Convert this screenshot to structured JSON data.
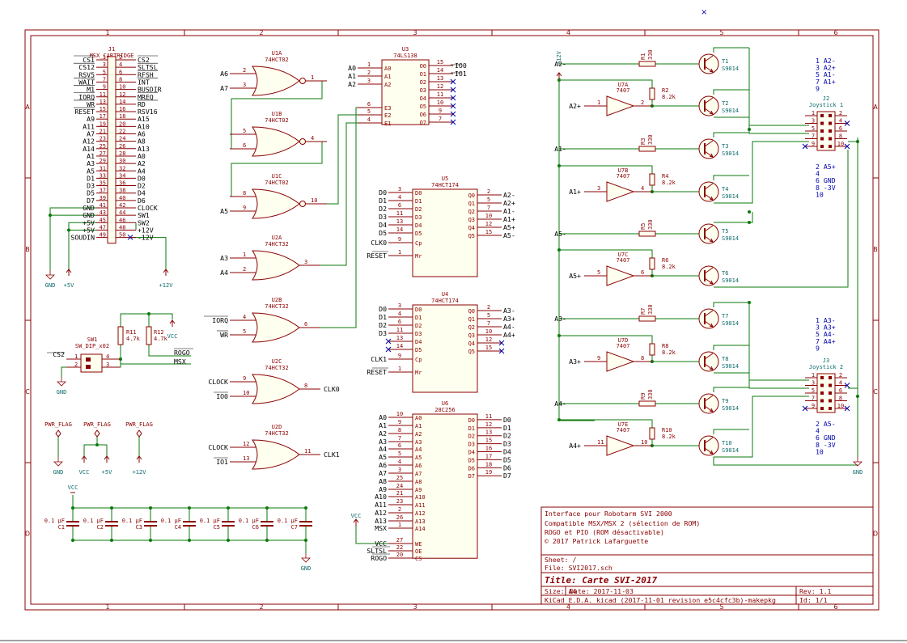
{
  "title_block": {
    "description_lines": [
      "Interface pour Robotarm SVI 2000",
      "Compatible MSX/MSX 2 (sélection de ROM)",
      "ROGO et PIO (ROM désactivable)",
      "© 2017 Patrick Lafarguette"
    ],
    "sheet": "Sheet: /",
    "file": "File: SVI2017.sch",
    "title": "Title: Carte SVI-2017",
    "size": "Size: A4",
    "date": "Date: 2017-11-03",
    "rev": "Rev: 1.1",
    "tool": "KiCad E.D.A.  kicad (2017-11-01 revision e5c4cfc3b)-makepkg",
    "id": "Id: 1/1"
  },
  "frame": {
    "col_ticks": [
      "1",
      "2",
      "3",
      "4",
      "5",
      "6"
    ],
    "row_ticks": [
      "A",
      "B",
      "C",
      "D"
    ]
  },
  "j1": {
    "ref": "J1",
    "value": "MSX_CARTRIDGE",
    "left": [
      {
        "sig": "CS1",
        "pin": "1"
      },
      {
        "sig": "CS12",
        "pin": "3"
      },
      {
        "sig": "RSV5",
        "pin": "5"
      },
      {
        "sig": "WAIT",
        "pin": "7"
      },
      {
        "sig": "M1",
        "pin": "9"
      },
      {
        "sig": "IORQ",
        "pin": "11"
      },
      {
        "sig": "WR",
        "pin": "13"
      },
      {
        "sig": "RESET",
        "pin": "15"
      },
      {
        "sig": "A9",
        "pin": "17"
      },
      {
        "sig": "A11",
        "pin": "19"
      },
      {
        "sig": "A7",
        "pin": "21"
      },
      {
        "sig": "A12",
        "pin": "23"
      },
      {
        "sig": "A14",
        "pin": "25"
      },
      {
        "sig": "A1",
        "pin": "27"
      },
      {
        "sig": "A3",
        "pin": "29"
      },
      {
        "sig": "A5",
        "pin": "31"
      },
      {
        "sig": "D1",
        "pin": "33"
      },
      {
        "sig": "D3",
        "pin": "35"
      },
      {
        "sig": "D5",
        "pin": "37"
      },
      {
        "sig": "D7",
        "pin": "39"
      },
      {
        "sig": "GND",
        "pin": "41"
      },
      {
        "sig": "GND",
        "pin": "43"
      },
      {
        "sig": "+5V",
        "pin": "45"
      },
      {
        "sig": "+5V",
        "pin": "47"
      },
      {
        "sig": "SOUDIN",
        "pin": "49"
      }
    ],
    "right": [
      {
        "sig": "CS2",
        "pin": "2"
      },
      {
        "sig": "SLTSL",
        "pin": "4"
      },
      {
        "sig": "RFSH",
        "pin": "6"
      },
      {
        "sig": "INT",
        "pin": "8"
      },
      {
        "sig": "BUSDIR",
        "pin": "10"
      },
      {
        "sig": "MREQ",
        "pin": "12"
      },
      {
        "sig": "RD",
        "pin": "14"
      },
      {
        "sig": "RSV16",
        "pin": "16"
      },
      {
        "sig": "A15",
        "pin": "18"
      },
      {
        "sig": "A10",
        "pin": "20"
      },
      {
        "sig": "A6",
        "pin": "22"
      },
      {
        "sig": "A8",
        "pin": "24"
      },
      {
        "sig": "A13",
        "pin": "26"
      },
      {
        "sig": "A0",
        "pin": "28"
      },
      {
        "sig": "A2",
        "pin": "30"
      },
      {
        "sig": "A4",
        "pin": "32"
      },
      {
        "sig": "D0",
        "pin": "34"
      },
      {
        "sig": "D2",
        "pin": "36"
      },
      {
        "sig": "D4",
        "pin": "38"
      },
      {
        "sig": "D6",
        "pin": "40"
      },
      {
        "sig": "CLOCK",
        "pin": "42"
      },
      {
        "sig": "SW1",
        "pin": "44"
      },
      {
        "sig": "SW2",
        "pin": "46"
      },
      {
        "sig": "+12V",
        "pin": "48"
      },
      {
        "sig": "-12V",
        "pin": "50"
      }
    ]
  },
  "power": {
    "gnd": "GND",
    "p5": "+5V",
    "p12": "+12V",
    "vcc": "VCC"
  },
  "gates": [
    {
      "id": "U1A",
      "name": "U1A",
      "part": "74HCT02",
      "in1": "A6",
      "in2": "A7",
      "p1": "2",
      "p2": "3",
      "pout": "1",
      "out": ""
    },
    {
      "id": "U1B",
      "name": "U1B",
      "part": "74HCT02",
      "in1": "",
      "in2": "",
      "p1": "5",
      "p2": "6",
      "pout": "4",
      "out": ""
    },
    {
      "id": "U1C",
      "name": "U1C",
      "part": "74HCT02",
      "in1": "",
      "in2": "A5",
      "p1": "8",
      "p2": "9",
      "pout": "10",
      "out": ""
    },
    {
      "id": "U2A",
      "name": "U2A",
      "part": "74HCT32",
      "in1": "A3",
      "in2": "A4",
      "p1": "1",
      "p2": "2",
      "pout": "3",
      "out": ""
    },
    {
      "id": "U2B",
      "name": "U2B",
      "part": "74HCT32",
      "in1": "IORQ",
      "in2": "WR",
      "p1": "4",
      "p2": "5",
      "pout": "6",
      "out": ""
    },
    {
      "id": "U2C",
      "name": "U2C",
      "part": "74HCT32",
      "in1": "CLOCK",
      "in2": "IO0",
      "p1": "9",
      "p2": "10",
      "pout": "8",
      "out": "CLK0"
    },
    {
      "id": "U2D",
      "name": "U2D",
      "part": "74HCT32",
      "in1": "CLOCK",
      "in2": "IO1",
      "p1": "12",
      "p2": "13",
      "pout": "11",
      "out": "CLK1"
    }
  ],
  "sw1": {
    "ref": "SW1",
    "value": "SW_DIP_x02",
    "r11": "R11",
    "r11v": "4.7k",
    "r12": "R12",
    "r12v": "4.7k",
    "cs2": "CS2",
    "rogo": "ROGO",
    "msx": "MSX",
    "vcc": "VCC",
    "gnd": "GND"
  },
  "pwrflags": [
    {
      "label": "PWR_FLAG",
      "net": "GND"
    },
    {
      "label": "PWR_FLAG",
      "net": "VCC"
    },
    {
      "label": "PWR_FLAG",
      "net": "+5V"
    },
    {
      "label": "PWR_FLAG",
      "net": "+12V"
    }
  ],
  "caps": {
    "vcc": "VCC",
    "gnd": "GND",
    "items": [
      {
        "ref": "C1",
        "val": "0.1 µF"
      },
      {
        "ref": "C2",
        "val": "0.1 µF"
      },
      {
        "ref": "C3",
        "val": "0.1 µF"
      },
      {
        "ref": "C4",
        "val": "0.1 µF"
      },
      {
        "ref": "C5",
        "val": "0.1 µF"
      },
      {
        "ref": "C6",
        "val": "0.1 µF"
      },
      {
        "ref": "C7",
        "val": "0.1 µF"
      }
    ]
  },
  "u3": {
    "ref": "U3",
    "value": "74LS138",
    "left": [
      {
        "net": "A0",
        "pin": "1",
        "name": "A0"
      },
      {
        "net": "A1",
        "pin": "2",
        "name": "A1"
      },
      {
        "net": "A2",
        "pin": "3",
        "name": "A2"
      },
      {
        "net": "",
        "pin": "6",
        "name": "E3"
      },
      {
        "net": "",
        "pin": "5",
        "name": "E2"
      },
      {
        "net": "",
        "pin": "4",
        "name": "E1"
      }
    ],
    "right": [
      {
        "name": "O0",
        "pin": "15",
        "net": "IO0"
      },
      {
        "name": "O1",
        "pin": "14",
        "net": "IO1"
      },
      {
        "name": "O2",
        "pin": "13",
        "net": ""
      },
      {
        "name": "O3",
        "pin": "12",
        "net": ""
      },
      {
        "name": "O4",
        "pin": "11",
        "net": ""
      },
      {
        "name": "O5",
        "pin": "10",
        "net": ""
      },
      {
        "name": "O6",
        "pin": "9",
        "net": ""
      },
      {
        "name": "O7",
        "pin": "7",
        "net": ""
      }
    ]
  },
  "u5": {
    "ref": "U5",
    "value": "74HCT174",
    "left": [
      {
        "net": "D0",
        "pin": "3",
        "name": "D0"
      },
      {
        "net": "D1",
        "pin": "4",
        "name": "D1"
      },
      {
        "net": "D2",
        "pin": "6",
        "name": "D2"
      },
      {
        "net": "D3",
        "pin": "11",
        "name": "D3"
      },
      {
        "net": "D4",
        "pin": "13",
        "name": "D4"
      },
      {
        "net": "D5",
        "pin": "14",
        "name": "D5"
      },
      {
        "net": "CLK0",
        "pin": "9",
        "name": "Cp"
      },
      {
        "net": "RESET",
        "pin": "1",
        "name": "Mr"
      }
    ],
    "right": [
      {
        "name": "Q0",
        "pin": "2",
        "net": "A2-"
      },
      {
        "name": "Q1",
        "pin": "5",
        "net": "A2+"
      },
      {
        "name": "Q2",
        "pin": "7",
        "net": "A1-"
      },
      {
        "name": "Q3",
        "pin": "10",
        "net": "A1+"
      },
      {
        "name": "Q4",
        "pin": "12",
        "net": "A5+"
      },
      {
        "name": "Q5",
        "pin": "15",
        "net": "A5-"
      }
    ]
  },
  "u4": {
    "ref": "U4",
    "value": "74HCT174",
    "left": [
      {
        "net": "D0",
        "pin": "3",
        "name": "D0"
      },
      {
        "net": "D1",
        "pin": "4",
        "name": "D1"
      },
      {
        "net": "D2",
        "pin": "6",
        "name": "D2"
      },
      {
        "net": "D3",
        "pin": "11",
        "name": "D3"
      },
      {
        "net": "",
        "pin": "13",
        "name": "D4"
      },
      {
        "net": "",
        "pin": "14",
        "name": "D5"
      },
      {
        "net": "CLK1",
        "pin": "9",
        "name": "Cp"
      },
      {
        "net": "RESET",
        "pin": "1",
        "name": "Mr"
      }
    ],
    "right": [
      {
        "name": "Q0",
        "pin": "2",
        "net": "A3-"
      },
      {
        "name": "Q1",
        "pin": "5",
        "net": "A3+"
      },
      {
        "name": "Q2",
        "pin": "7",
        "net": "A4-"
      },
      {
        "name": "Q3",
        "pin": "10",
        "net": "A4+"
      },
      {
        "name": "Q4",
        "pin": "12",
        "net": ""
      },
      {
        "name": "Q5",
        "pin": "15",
        "net": ""
      }
    ]
  },
  "u6": {
    "ref": "U6",
    "value": "28C256",
    "left": [
      {
        "net": "A0",
        "pin": "10",
        "name": "A0"
      },
      {
        "net": "A1",
        "pin": "9",
        "name": "A1"
      },
      {
        "net": "A2",
        "pin": "8",
        "name": "A2"
      },
      {
        "net": "A3",
        "pin": "7",
        "name": "A3"
      },
      {
        "net": "A4",
        "pin": "6",
        "name": "A4"
      },
      {
        "net": "A5",
        "pin": "5",
        "name": "A5"
      },
      {
        "net": "A6",
        "pin": "4",
        "name": "A6"
      },
      {
        "net": "A7",
        "pin": "3",
        "name": "A7"
      },
      {
        "net": "A8",
        "pin": "25",
        "name": "A8"
      },
      {
        "net": "A9",
        "pin": "24",
        "name": "A9"
      },
      {
        "net": "A10",
        "pin": "21",
        "name": "A10"
      },
      {
        "net": "A11",
        "pin": "23",
        "name": "A11"
      },
      {
        "net": "A12",
        "pin": "2",
        "name": "A12"
      },
      {
        "net": "A13",
        "pin": "26",
        "name": "A13"
      },
      {
        "net": "MSX",
        "pin": "1",
        "name": "A14"
      },
      {
        "net": "VCC",
        "pin": "27",
        "name": "WE"
      },
      {
        "net": "SLTSL",
        "pin": "22",
        "name": "OE"
      },
      {
        "net": "ROGO",
        "pin": "20",
        "name": "CS"
      }
    ],
    "right": [
      {
        "name": "D0",
        "pin": "11",
        "net": "D0"
      },
      {
        "name": "D1",
        "pin": "12",
        "net": "D1"
      },
      {
        "name": "D2",
        "pin": "13",
        "net": "D2"
      },
      {
        "name": "D3",
        "pin": "15",
        "net": "D3"
      },
      {
        "name": "D4",
        "pin": "16",
        "net": "D4"
      },
      {
        "name": "D5",
        "pin": "17",
        "net": "D5"
      },
      {
        "name": "D6",
        "pin": "18",
        "net": "D6"
      },
      {
        "name": "D7",
        "pin": "19",
        "net": "D7"
      }
    ]
  },
  "driver": {
    "p12": "+12V",
    "rows": [
      {
        "kind": "r",
        "net": "A2-",
        "rref": "R1",
        "rval": "330",
        "t": "T1",
        "tp": "S9014"
      },
      {
        "kind": "b",
        "net": "A2+",
        "pin_in": "1",
        "pin_out": "2",
        "u": "U7A",
        "uval": "7407",
        "rref": "R2",
        "rval": "8.2k",
        "t": "T2",
        "tp": "S9014"
      },
      {
        "kind": "r",
        "net": "A1-",
        "rref": "R3",
        "rval": "330",
        "t": "T3",
        "tp": "S9014"
      },
      {
        "kind": "b",
        "net": "A1+",
        "pin_in": "3",
        "pin_out": "4",
        "u": "U7B",
        "uval": "7407",
        "rref": "R4",
        "rval": "8.2k",
        "t": "T4",
        "tp": "S9014"
      },
      {
        "kind": "r",
        "net": "A5-",
        "rref": "R5",
        "rval": "330",
        "t": "T5",
        "tp": "S9014"
      },
      {
        "kind": "b",
        "net": "A5+",
        "pin_in": "5",
        "pin_out": "6",
        "u": "U7C",
        "uval": "7407",
        "rref": "R6",
        "rval": "8.2k",
        "t": "T6",
        "tp": "S9014"
      },
      {
        "kind": "r",
        "net": "A3-",
        "rref": "R7",
        "rval": "330",
        "t": "T7",
        "tp": "S9014"
      },
      {
        "kind": "b",
        "net": "A3+",
        "pin_in": "9",
        "pin_out": "8",
        "u": "U7D",
        "uval": "7407",
        "rref": "R8",
        "rval": "8.2k",
        "t": "T8",
        "tp": "S9014"
      },
      {
        "kind": "r",
        "net": "A4-",
        "rref": "R9",
        "rval": "330",
        "t": "T9",
        "tp": "S9014"
      },
      {
        "kind": "b",
        "net": "A4+",
        "pin_in": "11",
        "pin_out": "10",
        "u": "U7E",
        "uval": "7407",
        "rref": "R10",
        "rval": "8.2k",
        "t": "T10",
        "tp": "S9014"
      }
    ]
  },
  "joysticks": [
    {
      "ref": "J2",
      "value": "Joystick 1",
      "top": [
        "1 A2-",
        "3 A2+",
        "5 A1-",
        "7 A1+",
        "9"
      ],
      "bottom": [
        "2 A5+",
        "4",
        "6 GND",
        "8 -3V",
        "10"
      ]
    },
    {
      "ref": "J3",
      "value": "Joystick 2",
      "top": [
        "1 A3-",
        "3 A3+",
        "5 A4-",
        "7 A4+",
        "9"
      ],
      "bottom": [
        "2 A5-",
        "4",
        "6 GND",
        "8 -3V",
        "10"
      ]
    }
  ],
  "jpins": [
    "1",
    "2",
    "3",
    "4",
    "5",
    "6",
    "7",
    "8",
    "9",
    "10"
  ],
  "gnd_right": "GND",
  "corner_mark": "×"
}
